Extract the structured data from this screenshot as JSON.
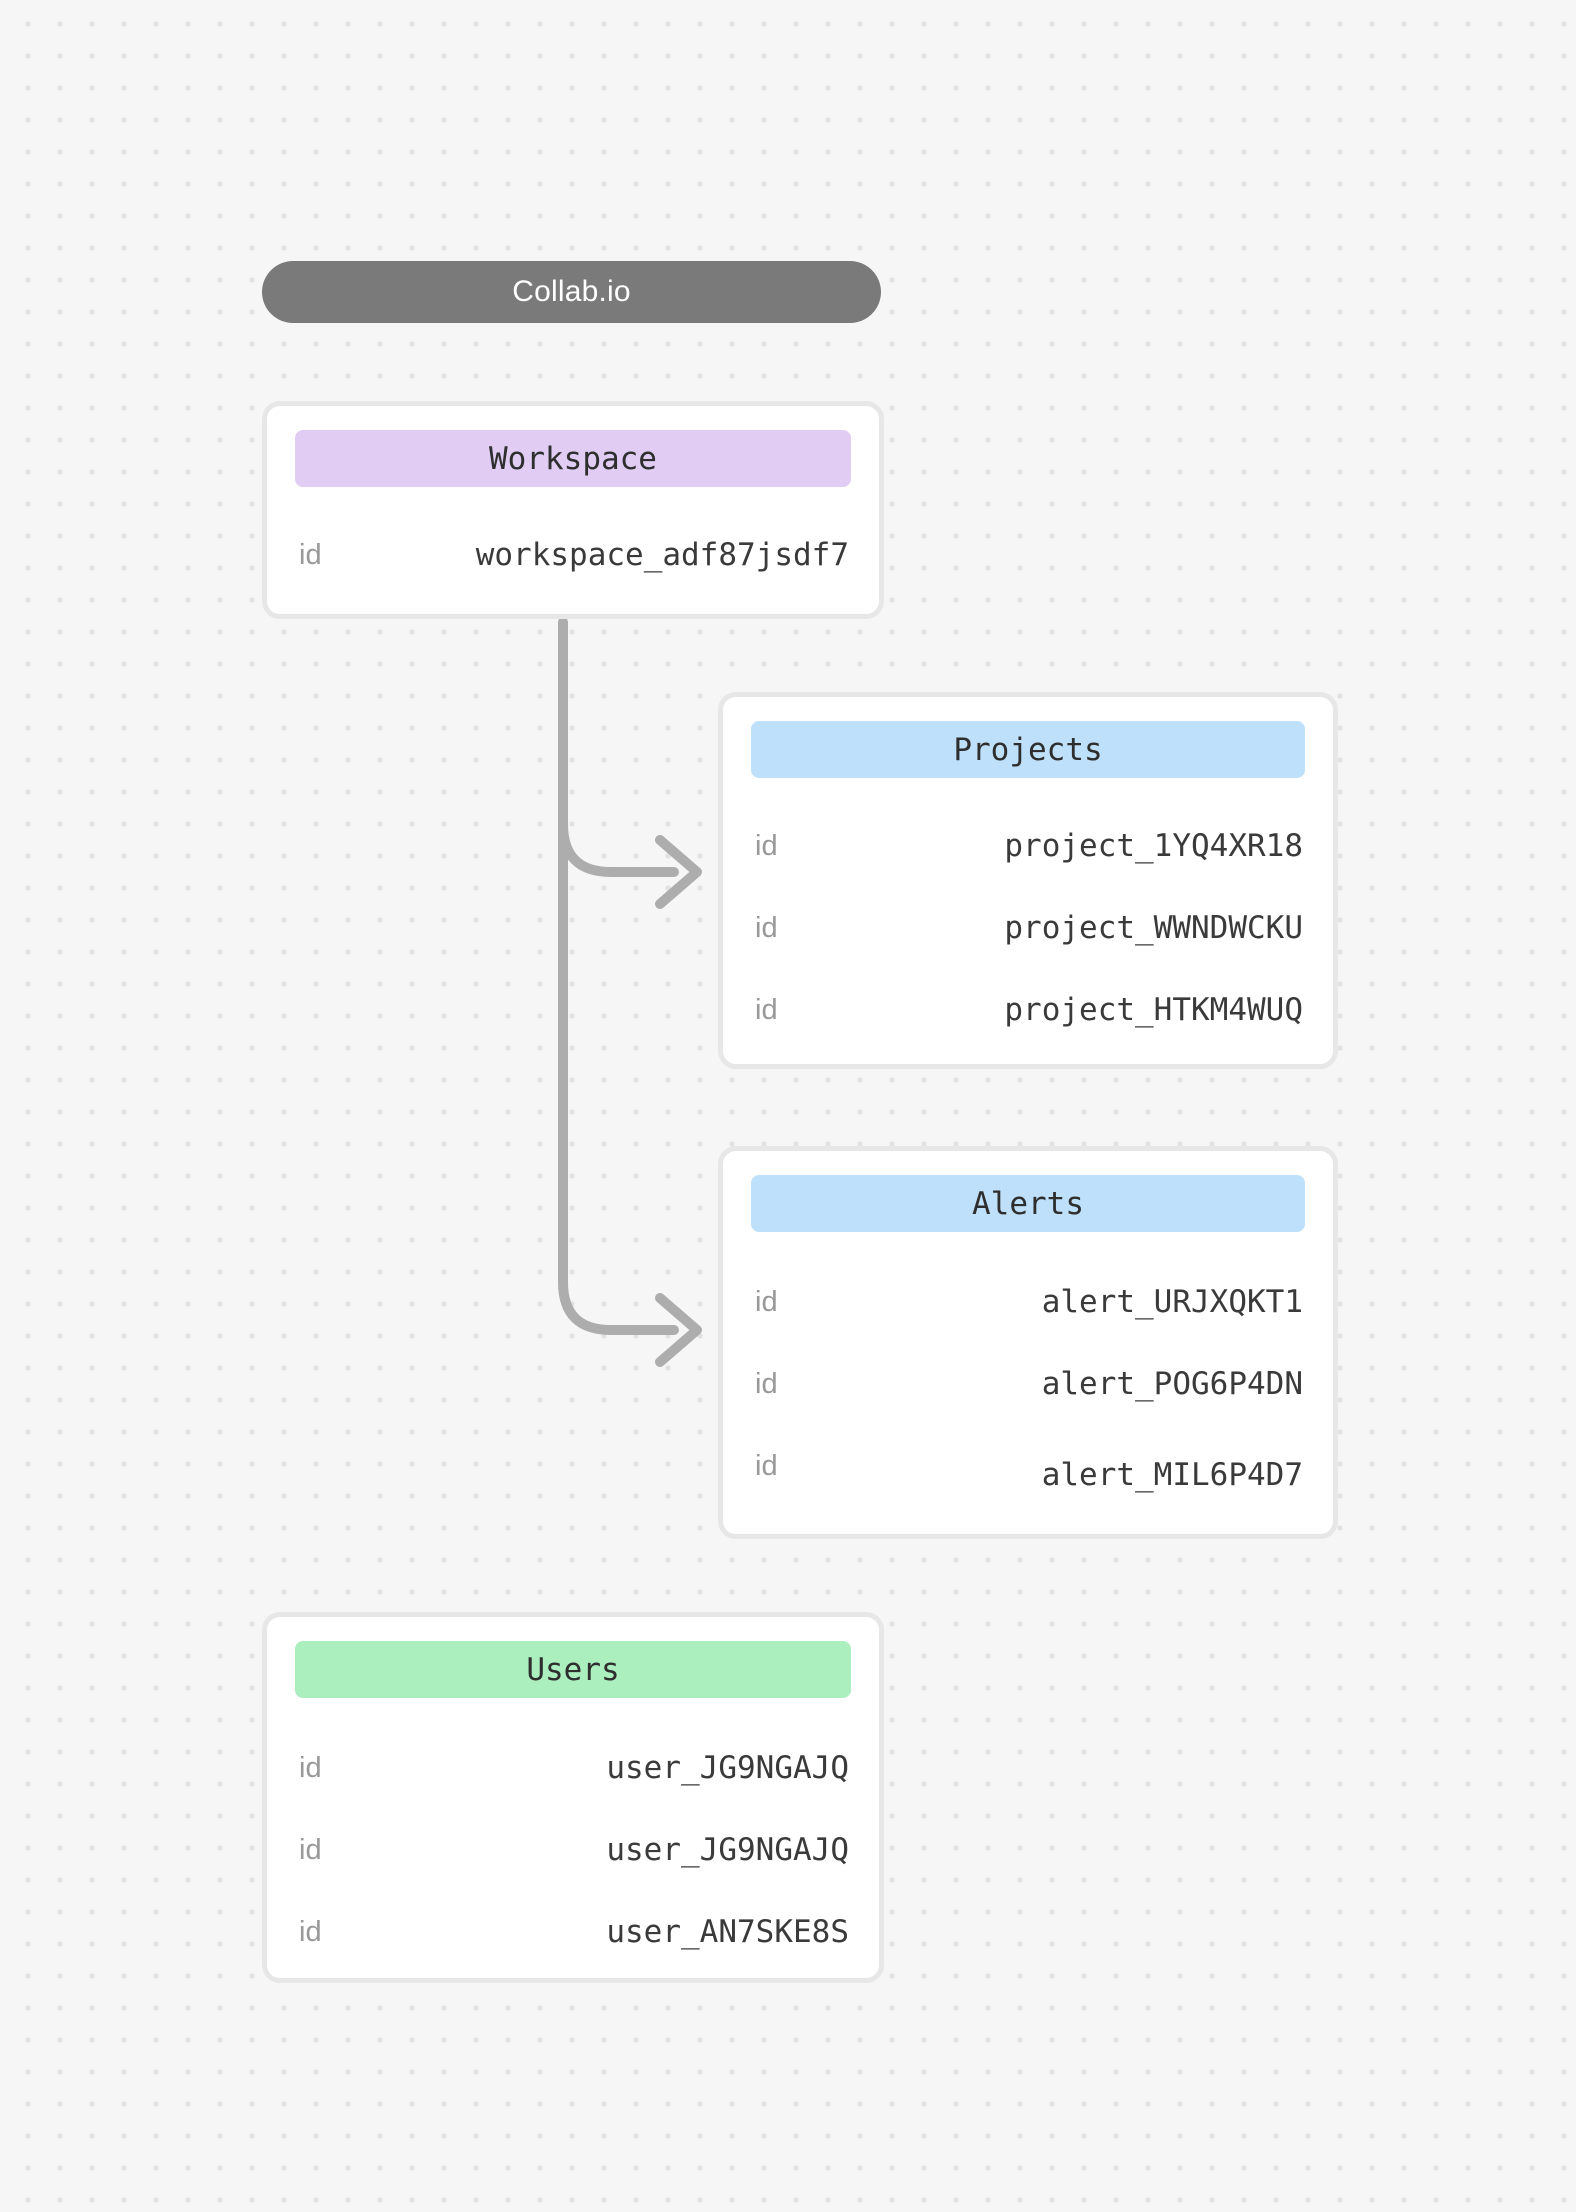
{
  "diagram": {
    "title_pill": "Collab.io",
    "colors": {
      "pill_background": "#7a7a7a",
      "workspace_header": "#e1ccf4",
      "projects_header": "#bee0fa",
      "alerts_header": "#bee0fa",
      "users_header": "#abefbf",
      "connector": "#adadad",
      "card_border": "#e7e7e7",
      "dot_grid": "#e1e1e3"
    },
    "entities": [
      {
        "name": "Workspace",
        "color": "#e1ccf4",
        "rows": [
          {
            "key": "id",
            "value": "workspace_adf87jsdf7"
          }
        ]
      },
      {
        "name": "Projects",
        "color": "#bee0fa",
        "rows": [
          {
            "key": "id",
            "value": "project_1YQ4XR18"
          },
          {
            "key": "id",
            "value": "project_WWNDWCKU"
          },
          {
            "key": "id",
            "value": "project_HTKM4WUQ"
          }
        ]
      },
      {
        "name": "Alerts",
        "color": "#bee0fa",
        "rows": [
          {
            "key": "id",
            "value": "alert_URJXQKT1"
          },
          {
            "key": "id",
            "value": "alert_POG6P4DN"
          },
          {
            "key": "id",
            "value": "alert_MIL6P4D7"
          }
        ]
      },
      {
        "name": "Users",
        "color": "#abefbf",
        "rows": [
          {
            "key": "id",
            "value": "user_JG9NGAJQ"
          },
          {
            "key": "id",
            "value": "user_JG9NGAJQ"
          },
          {
            "key": "id",
            "value": "user_AN7SKE8S"
          }
        ]
      }
    ],
    "connections": [
      {
        "from": "Workspace",
        "to": "Projects"
      },
      {
        "from": "Workspace",
        "to": "Alerts"
      }
    ]
  }
}
